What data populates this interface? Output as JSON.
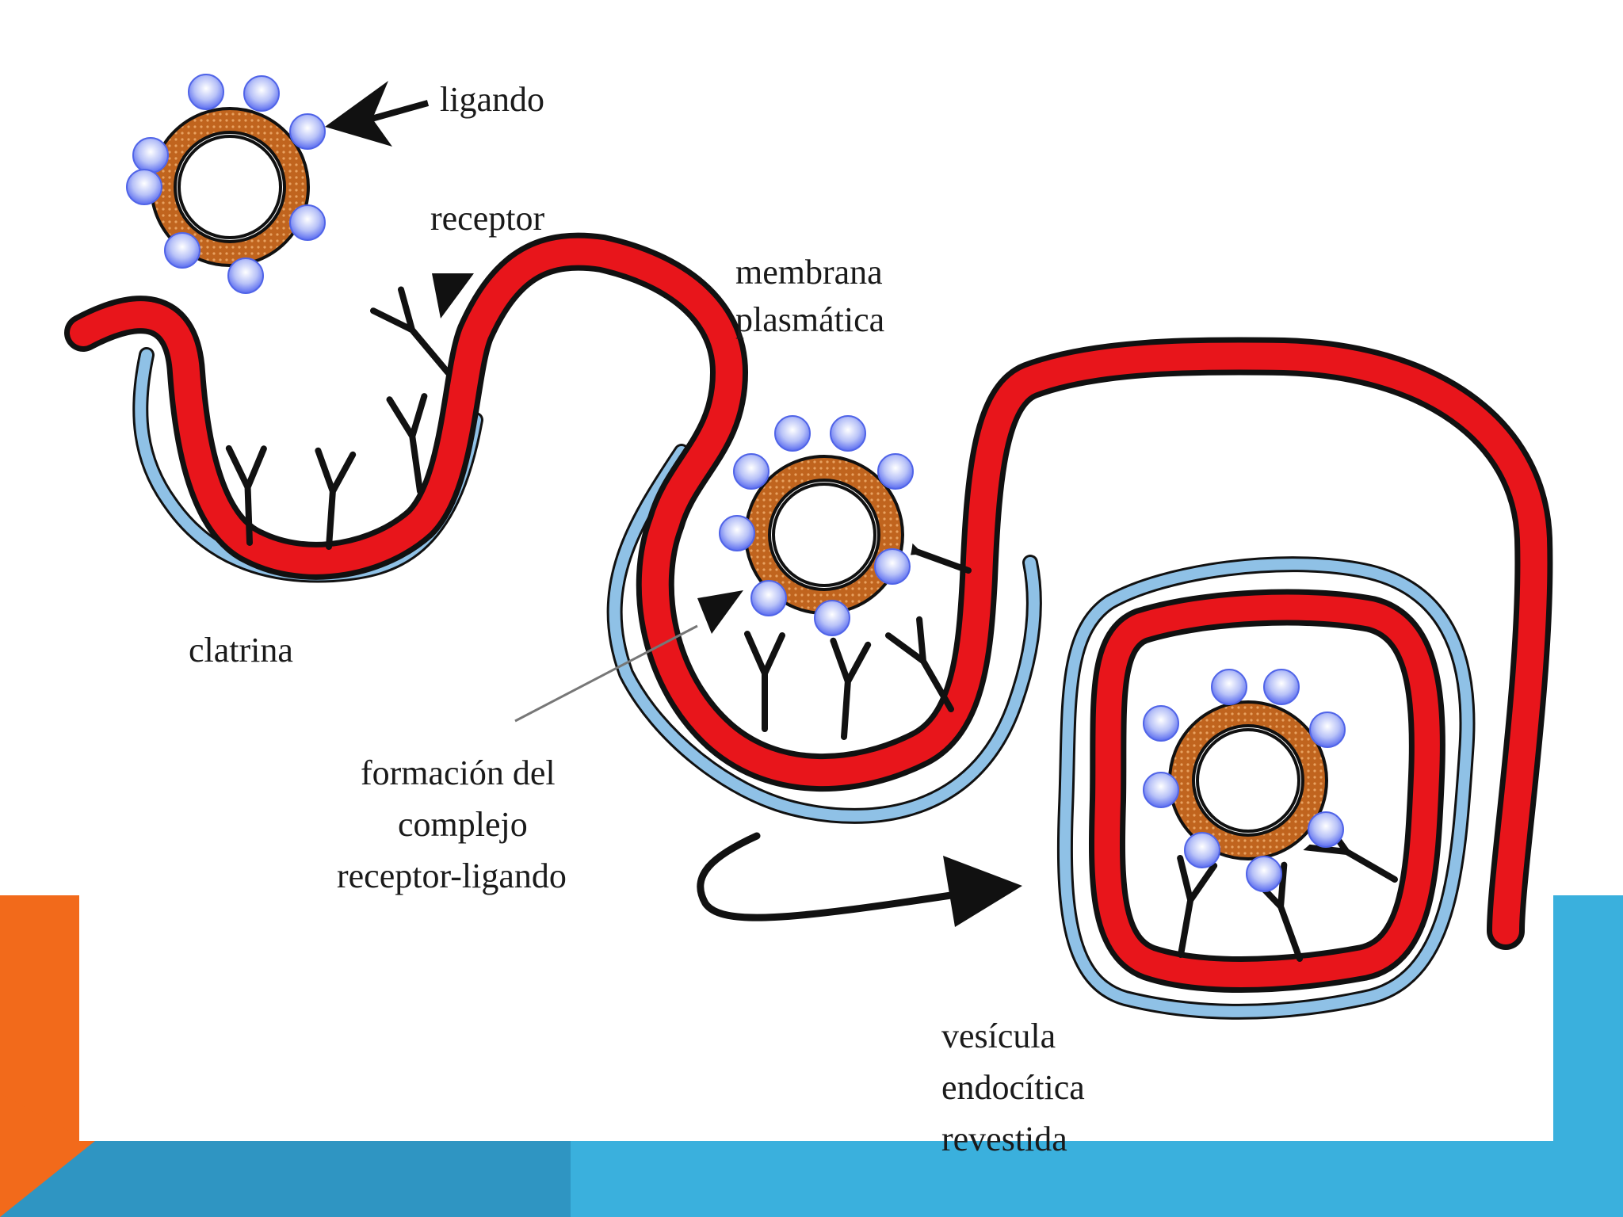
{
  "diagram": {
    "labels": {
      "ligand": "ligando",
      "receptor": "receptor",
      "membrane_line1": "membrana",
      "membrane_line2": "plasmática",
      "clathrin": "clatrina",
      "complex_line1": "formación del",
      "complex_line2": "complejo",
      "complex_line3": "receptor-ligando",
      "vesicle_line1": "vesícula",
      "vesicle_line2": "endocítica",
      "vesicle_line3": "revestida"
    },
    "colors": {
      "membrane": "#e8151b",
      "clathrin": "#8fc1e6",
      "particle_ring": "#c0641e",
      "ligand_ball": "#6f7ff0",
      "accent_orange": "#f26a1b",
      "accent_blue": "#3ab0dd",
      "accent_blue_dark": "#2f95c2"
    }
  }
}
